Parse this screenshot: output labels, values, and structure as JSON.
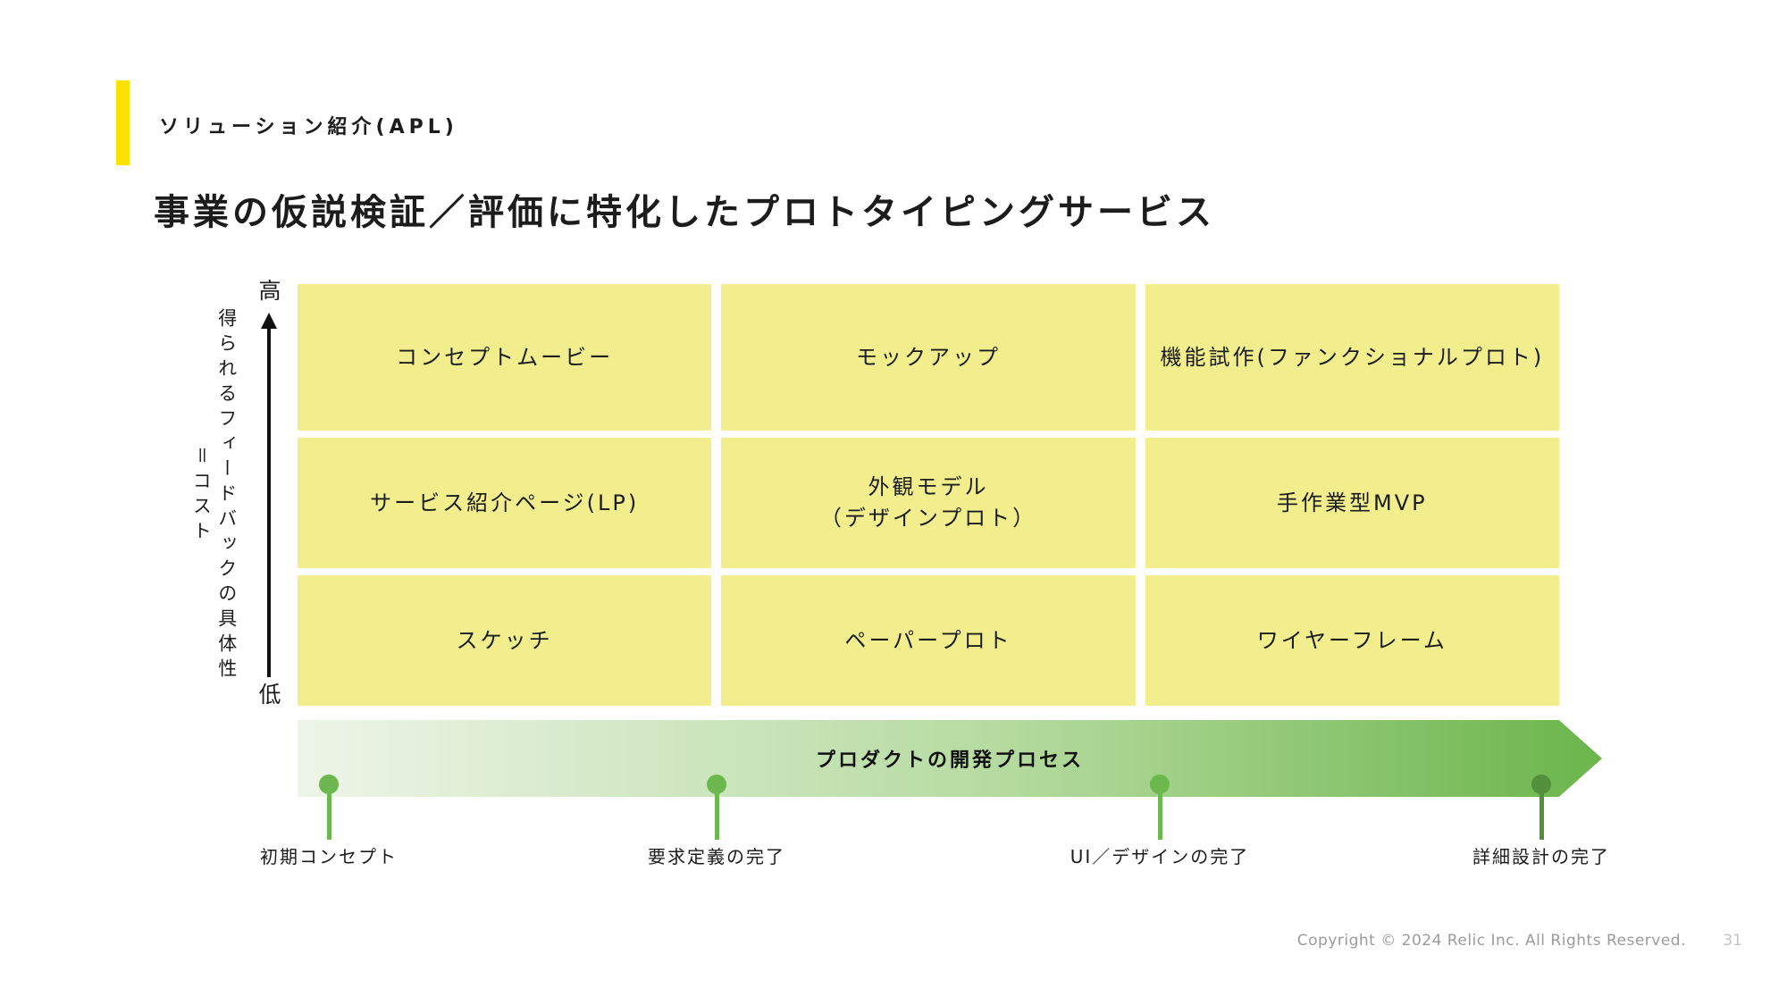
{
  "header": {
    "section_label": "ソリューション紹介(APL)"
  },
  "title": "事業の仮説検証／評価に特化したプロトタイピングサービス",
  "axis": {
    "high": "高",
    "low": "低",
    "label_main": "得られるフィードバックの具体性",
    "label_sub": "＝コスト"
  },
  "matrix": {
    "rows": [
      [
        "コンセプトムービー",
        "モックアップ",
        "機能試作(ファンクショナルプロト)"
      ],
      [
        "サービス紹介ページ(LP)",
        "外観モデル\n（デザインプロト）",
        "手作業型MVP"
      ],
      [
        "スケッチ",
        "ペーパープロト",
        "ワイヤーフレーム"
      ]
    ]
  },
  "process": {
    "label": "プロダクトの開発プロセス"
  },
  "milestones": [
    {
      "label": "初期コンセプト"
    },
    {
      "label": "要求定義の完了"
    },
    {
      "label": "UI／デザインの完了"
    },
    {
      "label": "詳細設計の完了"
    }
  ],
  "footer": {
    "copyright": "Copyright © 2024 Relic Inc. All Rights Reserved.",
    "page_number": "31"
  },
  "colors": {
    "accent-yellow": "#ffe100",
    "cell-yellow": "#f2ee8e",
    "arrow-light": "#eef5e8",
    "arrow-mid": "#b4da9e",
    "arrow-dark": "#6bb54b",
    "dot-green": "#6cb84e",
    "dot-green-dark": "#52913c"
  }
}
